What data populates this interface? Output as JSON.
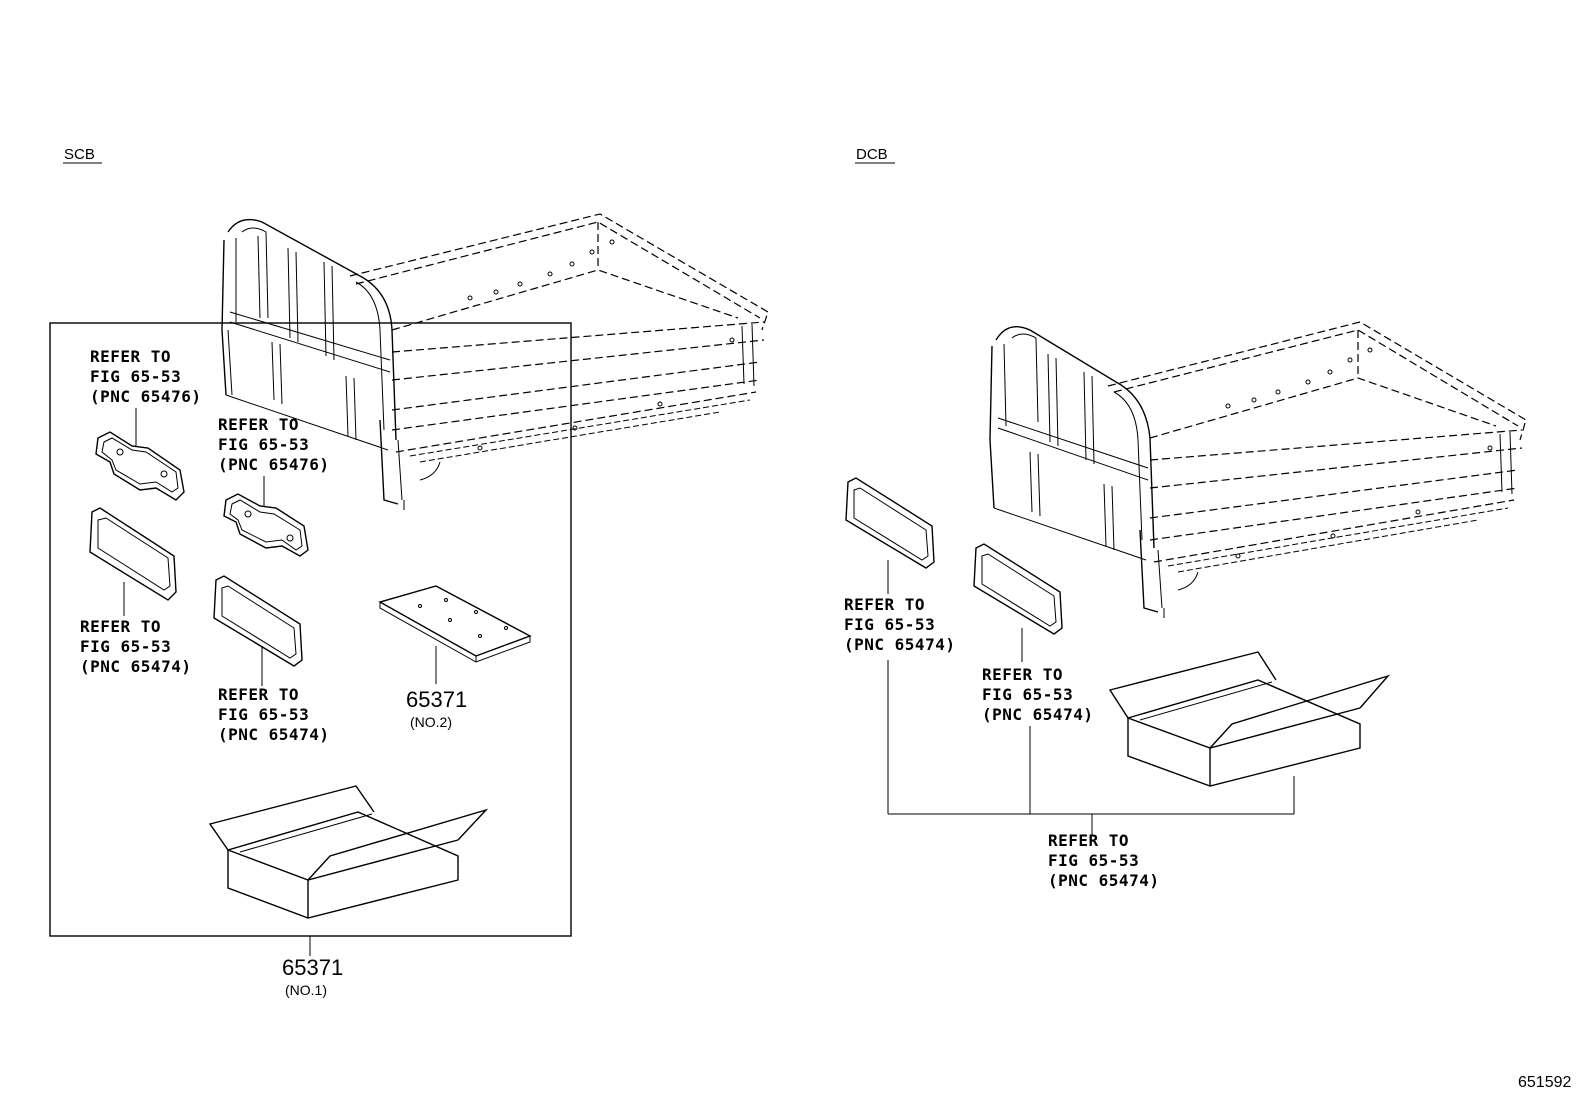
{
  "sections": {
    "scb": "SCB",
    "dcb": "DCB"
  },
  "scb": {
    "ref_top_left": [
      "REFER TO",
      "FIG 65-53",
      "(PNC 65476)"
    ],
    "ref_top_mid": [
      "REFER TO",
      "FIG 65-53",
      "(PNC 65476)"
    ],
    "ref_low_left": [
      "REFER TO",
      "FIG 65-53",
      "(PNC 65474)"
    ],
    "ref_low_mid": [
      "REFER TO",
      "FIG 65-53",
      "(PNC 65474)"
    ],
    "part_plate": {
      "number": "65371",
      "note": "(NO.2)"
    },
    "part_box": {
      "number": "65371",
      "note": "(NO.1)"
    }
  },
  "dcb": {
    "ref_left": [
      "REFER TO",
      "FIG 65-53",
      "(PNC 65474)"
    ],
    "ref_mid": [
      "REFER TO",
      "FIG 65-53",
      "(PNC 65474)"
    ],
    "ref_bottom": [
      "REFER TO",
      "FIG 65-53",
      "(PNC 65474)"
    ]
  },
  "figure_number": "651592"
}
